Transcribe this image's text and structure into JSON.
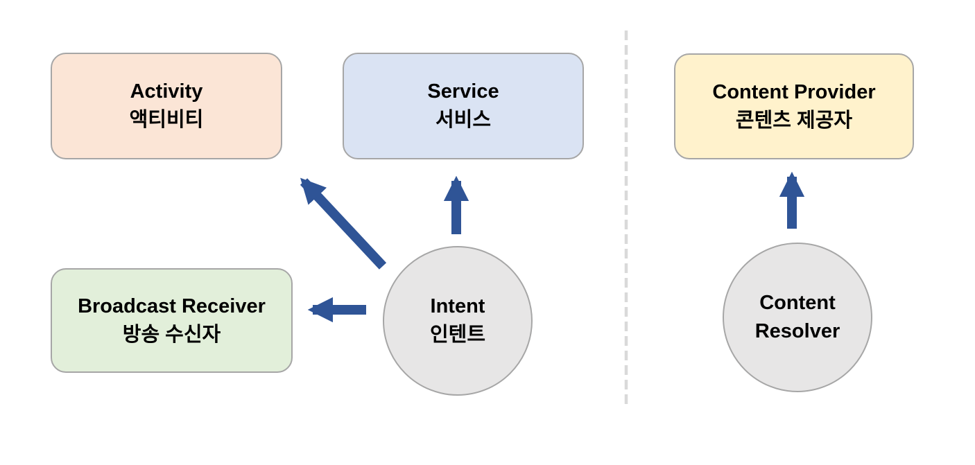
{
  "diagram": {
    "nodes": {
      "activity": {
        "lines": [
          "Activity",
          "액티비티"
        ],
        "fill": "#FBE5D6"
      },
      "service": {
        "lines": [
          "Service",
          "서비스"
        ],
        "fill": "#DAE3F3"
      },
      "content_provider": {
        "lines": [
          "Content Provider",
          "콘텐츠 제공자"
        ],
        "fill": "#FFF2CC"
      },
      "broadcast_receiver": {
        "lines": [
          "Broadcast Receiver",
          "방송 수신자"
        ],
        "fill": "#E2EFDA"
      },
      "intent": {
        "lines": [
          "Intent",
          "인텐트"
        ],
        "fill": "#E7E6E6"
      },
      "content_resolver": {
        "lines": [
          "Content",
          "Resolver"
        ],
        "fill": "#E7E6E6"
      }
    },
    "arrows": [
      {
        "from": "intent",
        "to": "activity"
      },
      {
        "from": "intent",
        "to": "service"
      },
      {
        "from": "intent",
        "to": "broadcast_receiver"
      },
      {
        "from": "content_resolver",
        "to": "content_provider"
      }
    ],
    "colors": {
      "arrow": "#2F5496",
      "border": "#A6A6A6",
      "divider": "#D9D9D9",
      "text": "#000000",
      "background": "#FFFFFF"
    }
  }
}
